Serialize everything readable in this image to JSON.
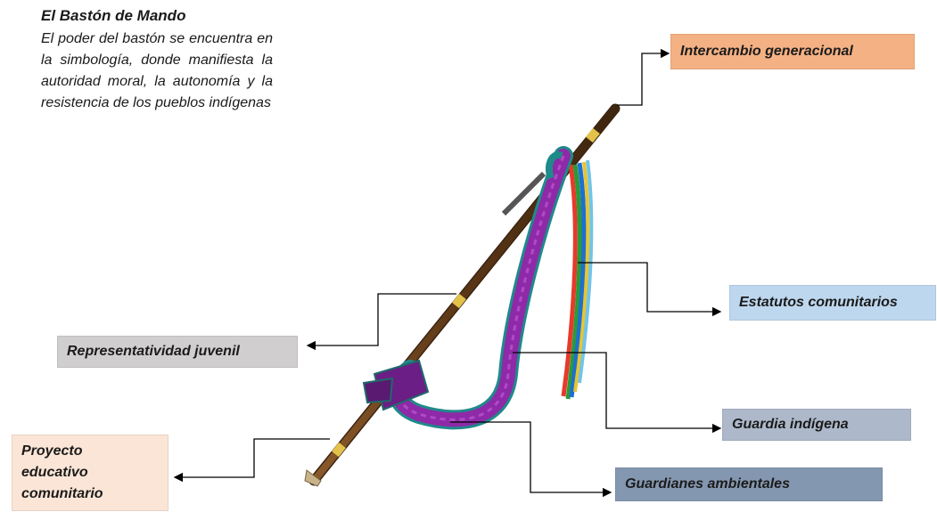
{
  "intro": {
    "title": "El Bastón de Mando",
    "body": "El poder del bastón se encuentra en la simbología, donde manifiesta la autoridad moral, la autonomía y la resistencia de los pueblos indígenas"
  },
  "labels": {
    "intercambio": "Intercambio  generacional",
    "estatutos": "Estatutos comunitarios",
    "representatividad": "Representatividad juvenil",
    "guardia": "Guardia indígena",
    "proyecto_line1": "Proyecto",
    "proyecto_line2": "educativo",
    "proyecto_line3": "comunitario",
    "guardianes": "Guardianes ambientales"
  },
  "colors": {
    "intercambio_bg": "#f4b183",
    "estatutos_bg": "#bdd7ee",
    "representatividad_bg": "#d0cece",
    "guardia_bg": "#adb9ca",
    "proyecto_bg": "#fbe5d6",
    "guardianes_bg": "#8497b0",
    "staff_wood": "#6b4420",
    "ribbon": "#8e2aa8",
    "ribbon_edge": "#1f8a8a"
  }
}
